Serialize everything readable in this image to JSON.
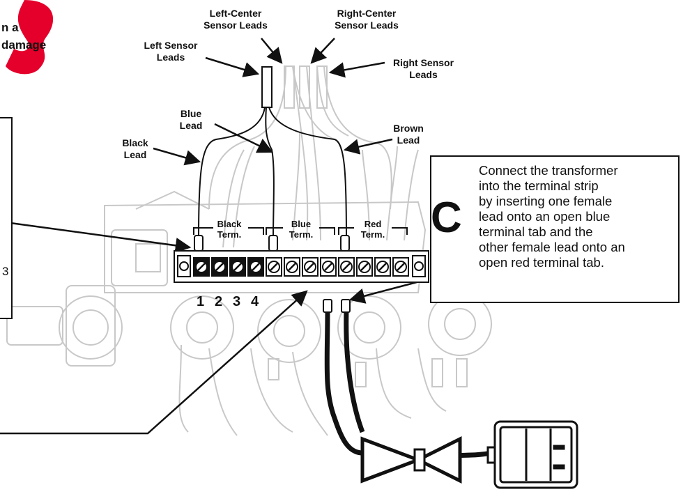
{
  "labels": {
    "left_sensor": [
      "Left Sensor",
      "Leads"
    ],
    "left_center": [
      "Left-Center",
      "Sensor Leads"
    ],
    "right_center": [
      "Right-Center",
      "Sensor Leads"
    ],
    "right_sensor": [
      "Right Sensor",
      "Leads"
    ],
    "blue_lead": [
      "Blue",
      "Lead"
    ],
    "black_lead": [
      "Black",
      "Lead"
    ],
    "brown_lead": [
      "Brown",
      "Lead"
    ]
  },
  "terminals": {
    "black": [
      "Black",
      "Term."
    ],
    "blue": [
      "Blue",
      "Term."
    ],
    "red": [
      "Red",
      "Term."
    ],
    "numbers": [
      "1",
      "2",
      "3",
      "4"
    ]
  },
  "warning_fragment": {
    "line1": "n a",
    "line2": "damage"
  },
  "left_box_fragment": "3",
  "callout": {
    "letter": "C",
    "lines": [
      "Connect the transformer",
      "into the terminal strip",
      "by inserting one female",
      "lead onto an open blue",
      "terminal tab and the",
      "other female lead onto an",
      "open red terminal tab."
    ]
  },
  "colors": {
    "ink": "#111111",
    "ghost": "#c8c8c8",
    "warning_red": "#e4002b"
  }
}
